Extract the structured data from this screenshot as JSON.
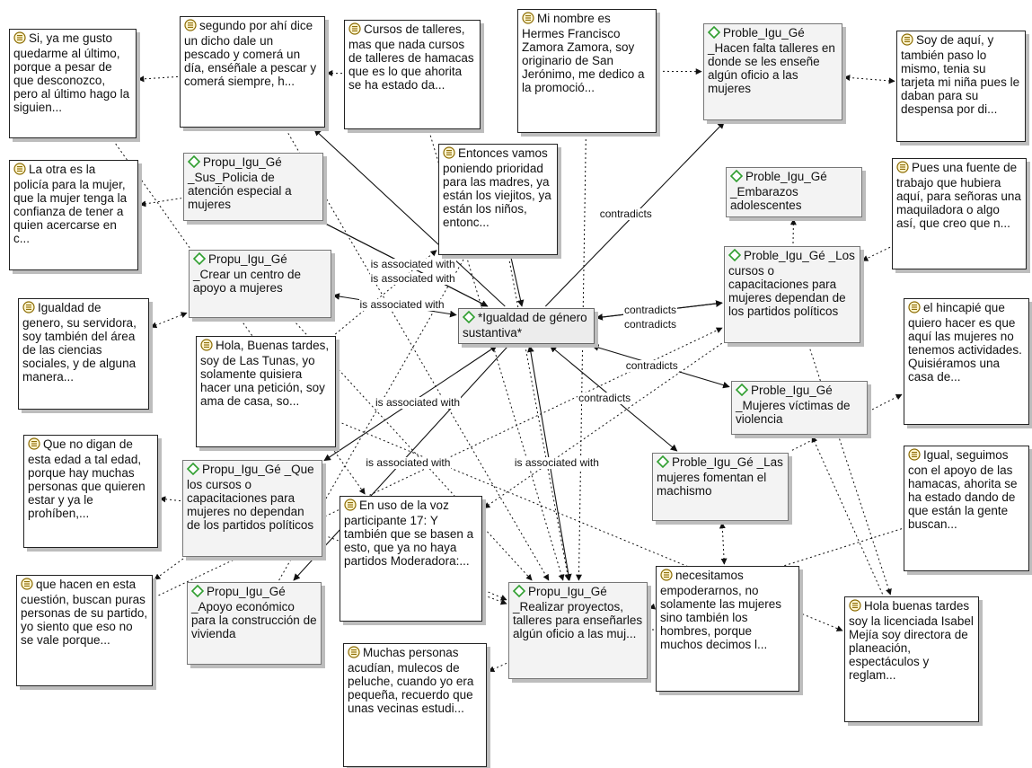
{
  "nodes": [
    {
      "id": "n1",
      "kind": "quote",
      "text": "Si, ya me gusto quedarme al último, porque a pesar de que desconozco, pero al último hago la siguien..."
    },
    {
      "id": "n2",
      "kind": "quote",
      "text": "segundo por ahí dice un dicho dale un pescado y comerá un día, enséñale a pescar y comerá siempre, h..."
    },
    {
      "id": "n3",
      "kind": "quote",
      "text": "Cursos de talleres, mas que nada cursos de talleres de hamacas que es lo que ahorita se ha estado da..."
    },
    {
      "id": "n4",
      "kind": "quote",
      "text": "Mi nombre es Hermes Francisco Zamora Zamora, soy originario de San Jerónimo, me dedico a la promoció..."
    },
    {
      "id": "n5",
      "kind": "code",
      "text": "Proble_Igu_Gé _Hacen falta talleres en donde se les enseñe algún oficio a las mujeres"
    },
    {
      "id": "n6",
      "kind": "quote",
      "text": "Soy de aquí, y también paso lo mismo, tenia su tarjeta mi niña pues le daban para su despensa por di..."
    },
    {
      "id": "n7",
      "kind": "quote",
      "text": "La otra es la policía para la mujer, que la mujer tenga la confianza de tener a quien acercarse en c..."
    },
    {
      "id": "n8",
      "kind": "code",
      "text": "Propu_Igu_Gé _Sus_Policia de atención especial a mujeres"
    },
    {
      "id": "n9",
      "kind": "quote",
      "text": "Entonces vamos poniendo prioridad para las madres, ya están los viejitos, ya están los niños, entonc..."
    },
    {
      "id": "n10",
      "kind": "code",
      "text": "Proble_Igu_Gé _Embarazos adolescentes"
    },
    {
      "id": "n11",
      "kind": "quote",
      "text": "Pues una fuente de trabajo que hubiera aquí, para señoras una maquiladora o algo así, que creo que n..."
    },
    {
      "id": "n12",
      "kind": "code",
      "text": "Propu_Igu_Gé _Crear un centro de apoyo a mujeres"
    },
    {
      "id": "n13",
      "kind": "code",
      "text": "Proble_Igu_Gé _Los cursos o capacitaciones para mujeres dependan de los partidos políticos"
    },
    {
      "id": "n14",
      "kind": "quote",
      "text": "Igualdad de genero, su servidora, soy también del área de las ciencias sociales, y de alguna manera..."
    },
    {
      "id": "n15",
      "kind": "code",
      "text": "*Igualdad de género sustantiva*",
      "hl": true
    },
    {
      "id": "n16",
      "kind": "quote",
      "text": "el hincapié que quiero hacer es que aquí las mujeres no tenemos actividades. Quisiéramos una casa de..."
    },
    {
      "id": "n17",
      "kind": "quote",
      "text": "Hola, Buenas tardes, soy de Las Tunas, yo solamente quisiera hacer una petición, soy ama de casa, so..."
    },
    {
      "id": "n18",
      "kind": "code",
      "text": "Proble_Igu_Gé _Mujeres víctimas de violencia"
    },
    {
      "id": "n19",
      "kind": "quote",
      "text": "Que no digan de esta edad a tal edad, porque hay muchas personas que quieren estar y ya le prohíben,..."
    },
    {
      "id": "n20",
      "kind": "code",
      "text": "Propu_Igu_Gé _Que los cursos o capacitaciones para mujeres no dependan de los partidos políticos"
    },
    {
      "id": "n21",
      "kind": "code",
      "text": "Proble_Igu_Gé _Las mujeres fomentan el machismo"
    },
    {
      "id": "n22",
      "kind": "quote",
      "text": "Igual, seguimos con el apoyo de las hamacas, ahorita se ha estado dando de que están la gente buscan..."
    },
    {
      "id": "n23",
      "kind": "quote",
      "text": "En uso de la voz participante 17: Y también que se basen a esto, que ya no haya partidos Moderadora:..."
    },
    {
      "id": "n24",
      "kind": "quote",
      "text": "que hacen en esta cuestión, buscan puras personas de su partido, yo siento que eso no se vale porque..."
    },
    {
      "id": "n25",
      "kind": "code",
      "text": "Propu_Igu_Gé _Apoyo económico para la construcción de vivienda"
    },
    {
      "id": "n26",
      "kind": "code",
      "text": "Propu_Igu_Gé _Realizar proyectos, talleres para enseñarles algún oficio a las muj..."
    },
    {
      "id": "n27",
      "kind": "quote",
      "text": "necesitamos empoderarnos, no solamente las mujeres sino también los hombres, porque muchos decimos l..."
    },
    {
      "id": "n28",
      "kind": "quote",
      "text": "Hola buenas tardes soy la licenciada Isabel Mejía soy directora de planeación, espectáculos y reglam..."
    },
    {
      "id": "n29",
      "kind": "quote",
      "text": "Muchas personas acudían, mulecos de peluche, cuando yo era pequeña, recuerdo que unas vecinas estudi..."
    }
  ],
  "edges": [
    {
      "from": "n2",
      "to": "n1",
      "style": "dotted",
      "arrow": "end"
    },
    {
      "from": "n3",
      "to": "n2",
      "style": "dotted",
      "arrow": "end"
    },
    {
      "from": "n4",
      "to": "n5",
      "style": "dotted",
      "arrow": "end"
    },
    {
      "from": "n6",
      "to": "n5",
      "style": "dotted",
      "arrow": "both"
    },
    {
      "from": "n7",
      "to": "n8",
      "style": "dotted",
      "arrow": "start"
    },
    {
      "from": "n14",
      "to": "n12",
      "style": "dotted",
      "arrow": "both"
    },
    {
      "from": "n2",
      "to": "n15",
      "style": "solid",
      "arrow": "start"
    },
    {
      "from": "n8",
      "to": "n15",
      "style": "solid",
      "arrow": "end",
      "label": "is associated with"
    },
    {
      "from": "n8",
      "to": "n15",
      "style": "solid",
      "arrow": "none",
      "label": "is associated with"
    },
    {
      "from": "n12",
      "to": "n15",
      "style": "solid",
      "arrow": "both",
      "label": "is associated with"
    },
    {
      "from": "n15",
      "to": "n5",
      "style": "solid",
      "arrow": "end",
      "label": "contradicts"
    },
    {
      "from": "n15",
      "to": "n13",
      "style": "solid",
      "arrow": "end",
      "label": "contradicts"
    },
    {
      "from": "n15",
      "to": "n13",
      "style": "solid",
      "arrow": "both",
      "label": "contradicts"
    },
    {
      "from": "n15",
      "to": "n18",
      "style": "solid",
      "arrow": "both",
      "label": "contradicts"
    },
    {
      "from": "n15",
      "to": "n21",
      "style": "solid",
      "arrow": "both",
      "label": "contradicts"
    },
    {
      "from": "n15",
      "to": "n20",
      "style": "solid",
      "arrow": "both",
      "label": "is associated with"
    },
    {
      "from": "n15",
      "to": "n25",
      "style": "solid",
      "arrow": "end",
      "label": "is associated with"
    },
    {
      "from": "n15",
      "to": "n26",
      "style": "solid",
      "arrow": "both",
      "label": "is associated with"
    },
    {
      "from": "n9",
      "to": "n15",
      "style": "solid",
      "arrow": "end"
    },
    {
      "from": "n4",
      "to": "n26",
      "style": "dotted",
      "arrow": "end"
    },
    {
      "from": "n3",
      "to": "n26",
      "style": "dotted",
      "arrow": "end"
    },
    {
      "from": "n9",
      "to": "n26",
      "style": "dotted",
      "arrow": "end"
    },
    {
      "from": "n1",
      "to": "n23",
      "style": "dotted",
      "arrow": "end"
    },
    {
      "from": "n2",
      "to": "n26",
      "style": "dotted",
      "arrow": "end"
    },
    {
      "from": "n17",
      "to": "n28",
      "style": "dotted",
      "arrow": "end"
    },
    {
      "from": "n10",
      "to": "n13",
      "style": "dotted",
      "arrow": "start"
    },
    {
      "from": "n11",
      "to": "n13",
      "style": "dotted",
      "arrow": "end"
    },
    {
      "from": "n16",
      "to": "n21",
      "style": "dotted",
      "arrow": "start"
    },
    {
      "from": "n22",
      "to": "n26",
      "style": "dotted",
      "arrow": "end"
    },
    {
      "from": "n27",
      "to": "n21",
      "style": "dotted",
      "arrow": "both"
    },
    {
      "from": "n18",
      "to": "n28",
      "style": "dotted",
      "arrow": "start"
    },
    {
      "from": "n13",
      "to": "n28",
      "style": "dotted",
      "arrow": "end"
    },
    {
      "from": "n20",
      "to": "n19",
      "style": "dotted",
      "arrow": "end"
    },
    {
      "from": "n20",
      "to": "n24",
      "style": "dotted",
      "arrow": "end"
    },
    {
      "from": "n23",
      "to": "n13",
      "style": "dotted",
      "arrow": "start"
    },
    {
      "from": "n23",
      "to": "n26",
      "style": "dotted",
      "arrow": "end"
    },
    {
      "from": "n29",
      "to": "n26",
      "style": "dotted",
      "arrow": "start"
    },
    {
      "from": "n26",
      "to": "n20",
      "style": "dotted",
      "arrow": "start"
    },
    {
      "from": "n27",
      "to": "n26",
      "style": "dotted",
      "arrow": "none"
    },
    {
      "from": "n12",
      "to": "n26",
      "style": "dotted",
      "arrow": "end"
    },
    {
      "from": "n17",
      "to": "n9",
      "style": "dotted",
      "arrow": "end"
    },
    {
      "from": "n24",
      "to": "n13",
      "style": "dotted",
      "arrow": "end"
    },
    {
      "from": "n25",
      "to": "n9",
      "style": "dotted",
      "arrow": "none"
    }
  ]
}
